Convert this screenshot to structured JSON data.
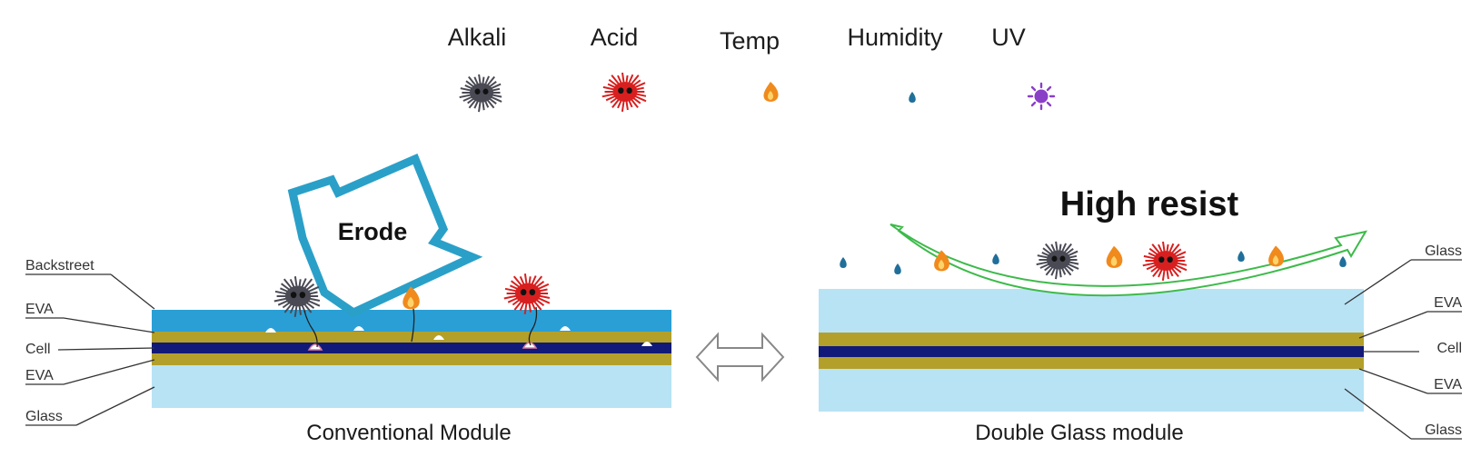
{
  "legend": [
    {
      "id": "alkali",
      "label": "Alkali",
      "icon": "alkali-urchin-icon",
      "color": "#4a4a55"
    },
    {
      "id": "acid",
      "label": "Acid",
      "icon": "acid-urchin-icon",
      "color": "#d81f1f"
    },
    {
      "id": "temp",
      "label": "Temp",
      "icon": "flame-icon",
      "color": "#f08a1c"
    },
    {
      "id": "humidity",
      "label": "Humidity",
      "icon": "water-drop-icon",
      "color": "#1f6f9a"
    },
    {
      "id": "uv",
      "label": "UV",
      "icon": "uv-sun-icon",
      "color": "#8a3fc7"
    }
  ],
  "conventional": {
    "caption": "Conventional Module",
    "arrow_label": "Erode",
    "layers": [
      "Backstreet",
      "EVA",
      "Cell",
      "EVA",
      "Glass"
    ]
  },
  "double_glass": {
    "caption": "Double Glass module",
    "arrow_label": "High resist",
    "layers": [
      "Glass",
      "EVA",
      "Cell",
      "EVA",
      "Glass"
    ]
  },
  "colors": {
    "backsheet": "#2a9fd6",
    "glass": "#b8e3f5",
    "eva": "#b3a02a",
    "cell": "#111a78",
    "erode_arrow": "#2aa0c8",
    "resist_arrow": "#3dba4a",
    "compare_arrow": "#888888"
  }
}
